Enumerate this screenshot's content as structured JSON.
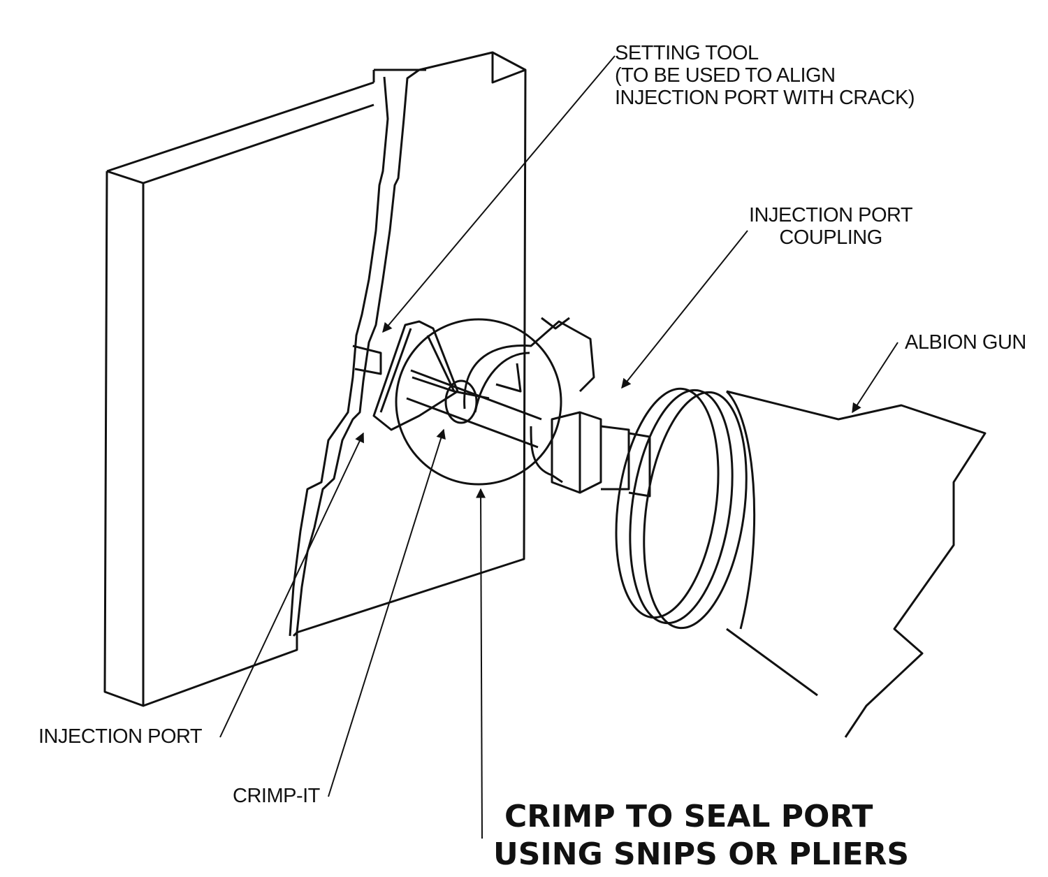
{
  "labels": {
    "setting_tool": [
      "SETTING TOOL",
      "(TO BE USED TO ALIGN",
      "INJECTION PORT WITH CRACK)"
    ],
    "coupling": [
      "INJECTION PORT",
      "COUPLING"
    ],
    "albion_gun": "ALBION GUN",
    "injection_port": "INJECTION PORT",
    "crimp_it": "CRIMP-IT"
  },
  "caption": [
    "CRIMP TO SEAL PORT",
    "USING SNIPS OR PLIERS"
  ]
}
